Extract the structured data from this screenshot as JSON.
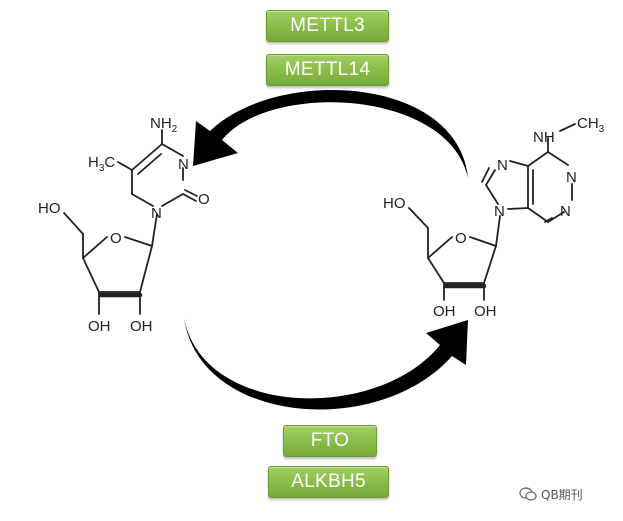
{
  "enzymes": {
    "writers": [
      "METTL3",
      "METTL14"
    ],
    "erasers": [
      "FTO",
      "ALKBH5"
    ]
  },
  "colors": {
    "enzyme_fill": "#8dbf4c",
    "enzyme_text": "#ffffff",
    "arrow": "#000000",
    "structure": "#222222"
  },
  "left_molecule": {
    "atoms": {
      "nh2_n": "NH",
      "nh2_sub": "2",
      "h3_h": "H",
      "h3_sub": "3",
      "h3_c": "C",
      "ring_n_top": "N",
      "ring_n_bottom": "N",
      "carbonyl_o": "O",
      "ho": "HO",
      "sugar_o": "O",
      "oh_left": "OH",
      "oh_right": "OH"
    }
  },
  "right_molecule": {
    "atoms": {
      "methyl_n": "N",
      "methyl_h": "H",
      "ch3": "CH",
      "ch3_sub": "3",
      "imid_n": "N",
      "n9": "N",
      "pyr_n_right": "N",
      "pyr_n_bottom": "N",
      "ho": "HO",
      "sugar_o": "O",
      "oh_left": "OH",
      "oh_right": "OH"
    }
  },
  "watermark": {
    "text": "QB期刊"
  }
}
